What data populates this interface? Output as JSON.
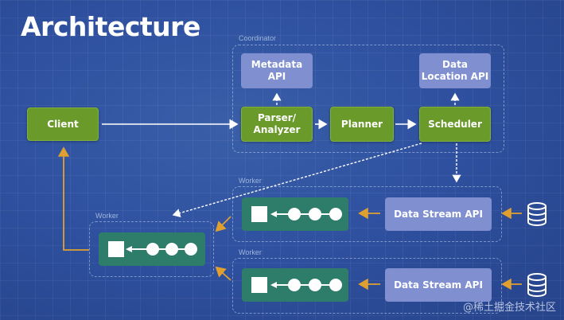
{
  "title": "Architecture",
  "groups": {
    "coordinator": "Coordinator",
    "worker_left": "Worker",
    "worker_top": "Worker",
    "worker_bottom": "Worker"
  },
  "nodes": {
    "client": "Client",
    "metadata_api": "Metadata API",
    "parser": "Parser/\nAnalyzer",
    "planner": "Planner",
    "scheduler": "Scheduler",
    "data_location_api": "Data\nLocation API",
    "data_stream_top": "Data Stream API",
    "data_stream_bottom": "Data Stream API"
  },
  "watermark": "@稀土掘金技术社区",
  "colors": {
    "background": "#2f51a0",
    "green_node": "#6a9a2a",
    "lavender_node": "#7f8fd0",
    "teal_pipeline": "#2e7c6a",
    "orange_arrow": "#e0a030"
  },
  "icons": [
    "database-icon",
    "pipeline-square-icon",
    "pipeline-dot-icon"
  ]
}
